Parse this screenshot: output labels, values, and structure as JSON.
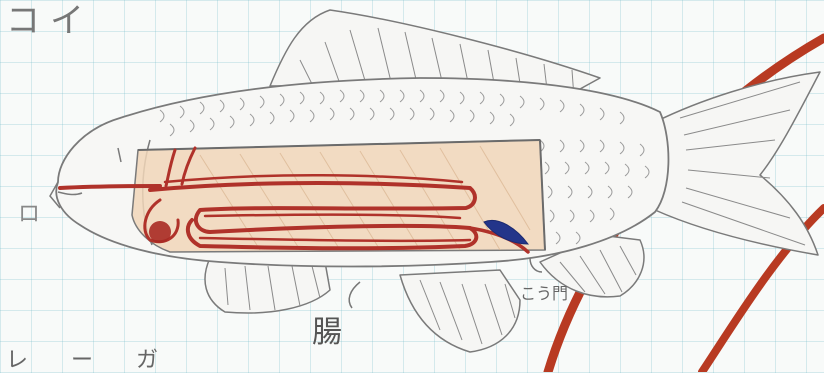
{
  "title": "コイ",
  "mouth_label": "ロ",
  "intestine_label": "腸",
  "anus_label": "こう門",
  "bottom_text": "レ ー ガ",
  "colors": {
    "outline": "#7a7a7a",
    "intestine": "#b0322a",
    "body_fill": "#f1d6b8",
    "anus": "#23358a",
    "red_arc": "#b83a22",
    "grid": "#8fcfd6"
  },
  "icons": {
    "fish": "carp-drawing",
    "intestine": "coiled-intestine",
    "anus": "anus-marker",
    "circle": "red-arc"
  }
}
